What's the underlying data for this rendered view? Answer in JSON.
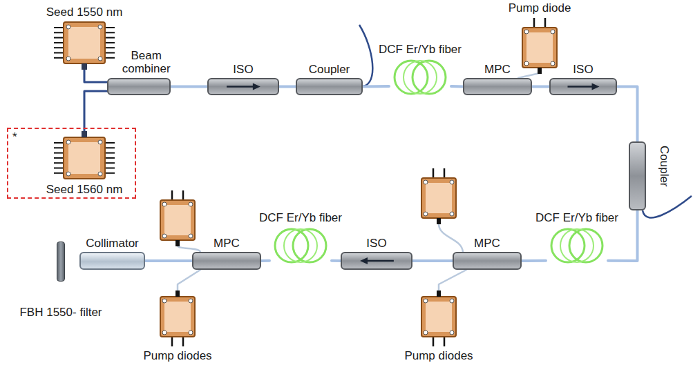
{
  "diagram": {
    "nodes": [
      {
        "text": [
          "Seed 1550 nm"
        ]
      },
      {
        "text": [
          "Beam combiner"
        ]
      },
      {
        "text": [
          "ISO"
        ]
      },
      {
        "text": [
          "Coupler"
        ]
      },
      {
        "text": [
          "DCF Er/Yb fiber"
        ]
      },
      {
        "text": [
          "Pump diode"
        ]
      },
      {
        "text": [
          "MPC"
        ]
      },
      {
        "text": [
          "ISO"
        ]
      },
      {
        "text": [
          "*"
        ]
      },
      {
        "text": [
          "Seed 1560 nm"
        ],
        "in": 8
      },
      {
        "text": [
          "Coupler"
        ]
      },
      {
        "text": [
          "DCF Er/Yb fiber"
        ]
      },
      {
        "text": [
          "DCF Er/Yb fiber"
        ]
      },
      {
        "text": [
          "MPC"
        ]
      },
      {
        "text": [
          "ISO"
        ]
      },
      {
        "text": [
          "MPC"
        ]
      },
      {
        "text": [
          "Collimator"
        ]
      },
      {
        "text": [
          "FBH 1550- filter"
        ]
      },
      {
        "text": [
          "Pump diodes"
        ]
      },
      {
        "text": [
          "Pump diodes"
        ]
      }
    ],
    "edges": [
      {
        "from": 0,
        "to": 1,
        "arrow": "none"
      },
      {
        "from": 9,
        "to": 1,
        "arrow": "none"
      },
      {
        "from": 1,
        "to": 2,
        "arrow": "none"
      },
      {
        "from": 2,
        "to": 3,
        "arrow": "none"
      },
      {
        "from": 3,
        "to": 4,
        "arrow": "none"
      },
      {
        "from": 4,
        "to": 6,
        "arrow": "none"
      },
      {
        "from": 5,
        "to": 6,
        "arrow": "none"
      },
      {
        "from": 6,
        "to": 7,
        "arrow": "none"
      },
      {
        "from": 7,
        "to": 10,
        "arrow": "none"
      },
      {
        "from": 10,
        "to": 11,
        "arrow": "none"
      },
      {
        "from": 11,
        "to": 13,
        "arrow": "none"
      },
      {
        "from": 13,
        "to": 14,
        "arrow": "none"
      },
      {
        "from": 14,
        "to": 12,
        "arrow": "none"
      },
      {
        "from": 12,
        "to": 15,
        "arrow": "none"
      },
      {
        "from": 15,
        "to": 16,
        "arrow": "none"
      },
      {
        "from": 18,
        "to": 15,
        "arrow": "none"
      },
      {
        "from": 19,
        "to": 13,
        "arrow": "none"
      }
    ]
  }
}
